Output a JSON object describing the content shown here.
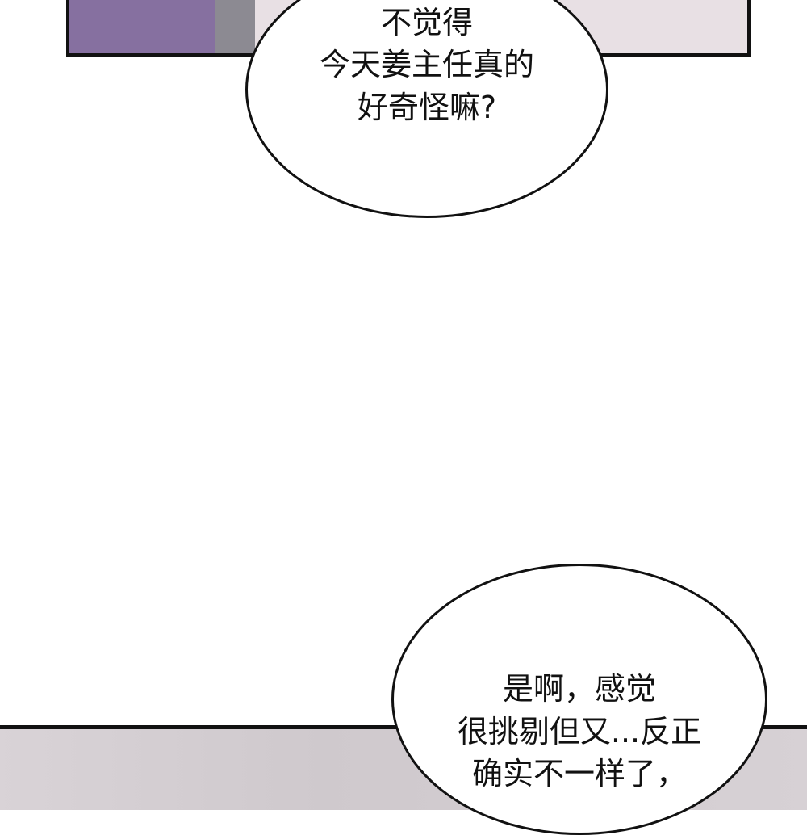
{
  "bubbles": [
    {
      "lines": [
        "不觉得",
        "今天姜主任真的",
        "好奇怪嘛?"
      ]
    },
    {
      "lines": [
        "是啊，感觉",
        "很挑剔但又...反正",
        "确实不一样了，"
      ]
    }
  ],
  "colors": {
    "panel_purple": "#8670a0",
    "panel_pink": "#e8e0e4",
    "panel_bottom": "#d5cfd3"
  }
}
